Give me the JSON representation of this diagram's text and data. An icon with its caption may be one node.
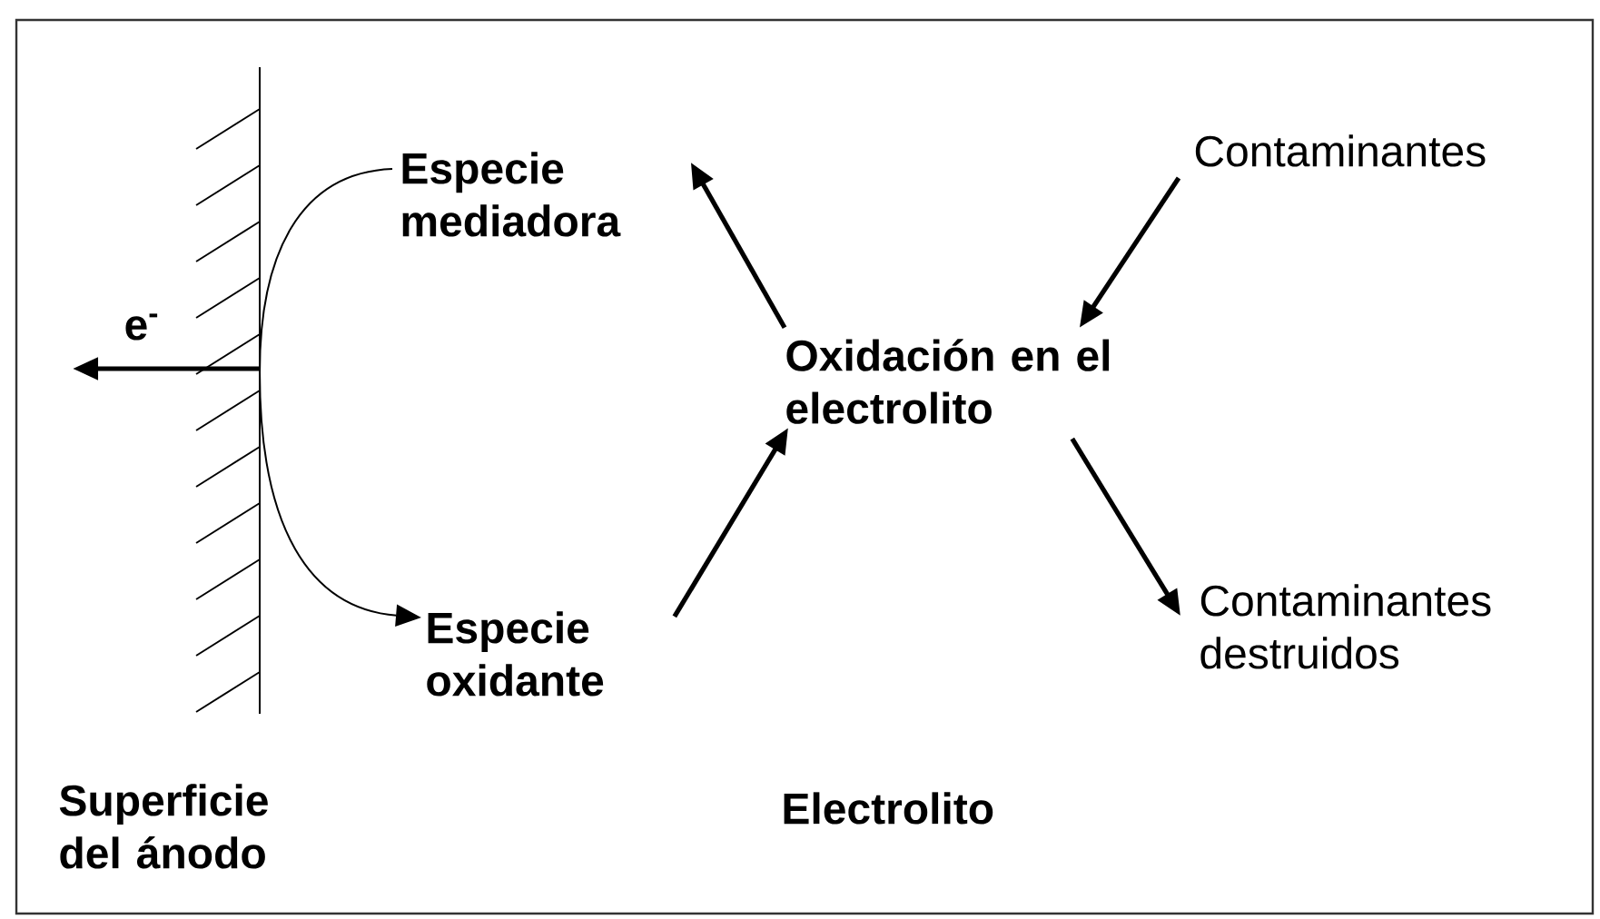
{
  "diagram": {
    "nodes": [
      {
        "text": [
          "Superficie del ánodo"
        ]
      },
      {
        "text": [
          "Especie mediadora"
        ]
      },
      {
        "text": [
          "Especie oxidante"
        ]
      },
      {
        "text": [
          "Oxidación en el electrolito"
        ]
      },
      {
        "text": [
          "Contaminantes"
        ]
      },
      {
        "text": [
          "Contaminantes destruidos"
        ]
      }
    ],
    "edges": [
      {
        "from": 0,
        "to": null,
        "arrow": "to",
        "label": "e$^{-}$"
      },
      {
        "from": 1,
        "to": 0,
        "arrow": "none"
      },
      {
        "from": 0,
        "to": 2,
        "arrow": "to"
      },
      {
        "from": 3,
        "to": 1,
        "arrow": "to"
      },
      {
        "from": 2,
        "to": 3,
        "arrow": "to"
      },
      {
        "from": 4,
        "to": 3,
        "arrow": "to"
      },
      {
        "from": 3,
        "to": 5,
        "arrow": "to"
      }
    ],
    "labels": [
      "Electrolito"
    ]
  }
}
